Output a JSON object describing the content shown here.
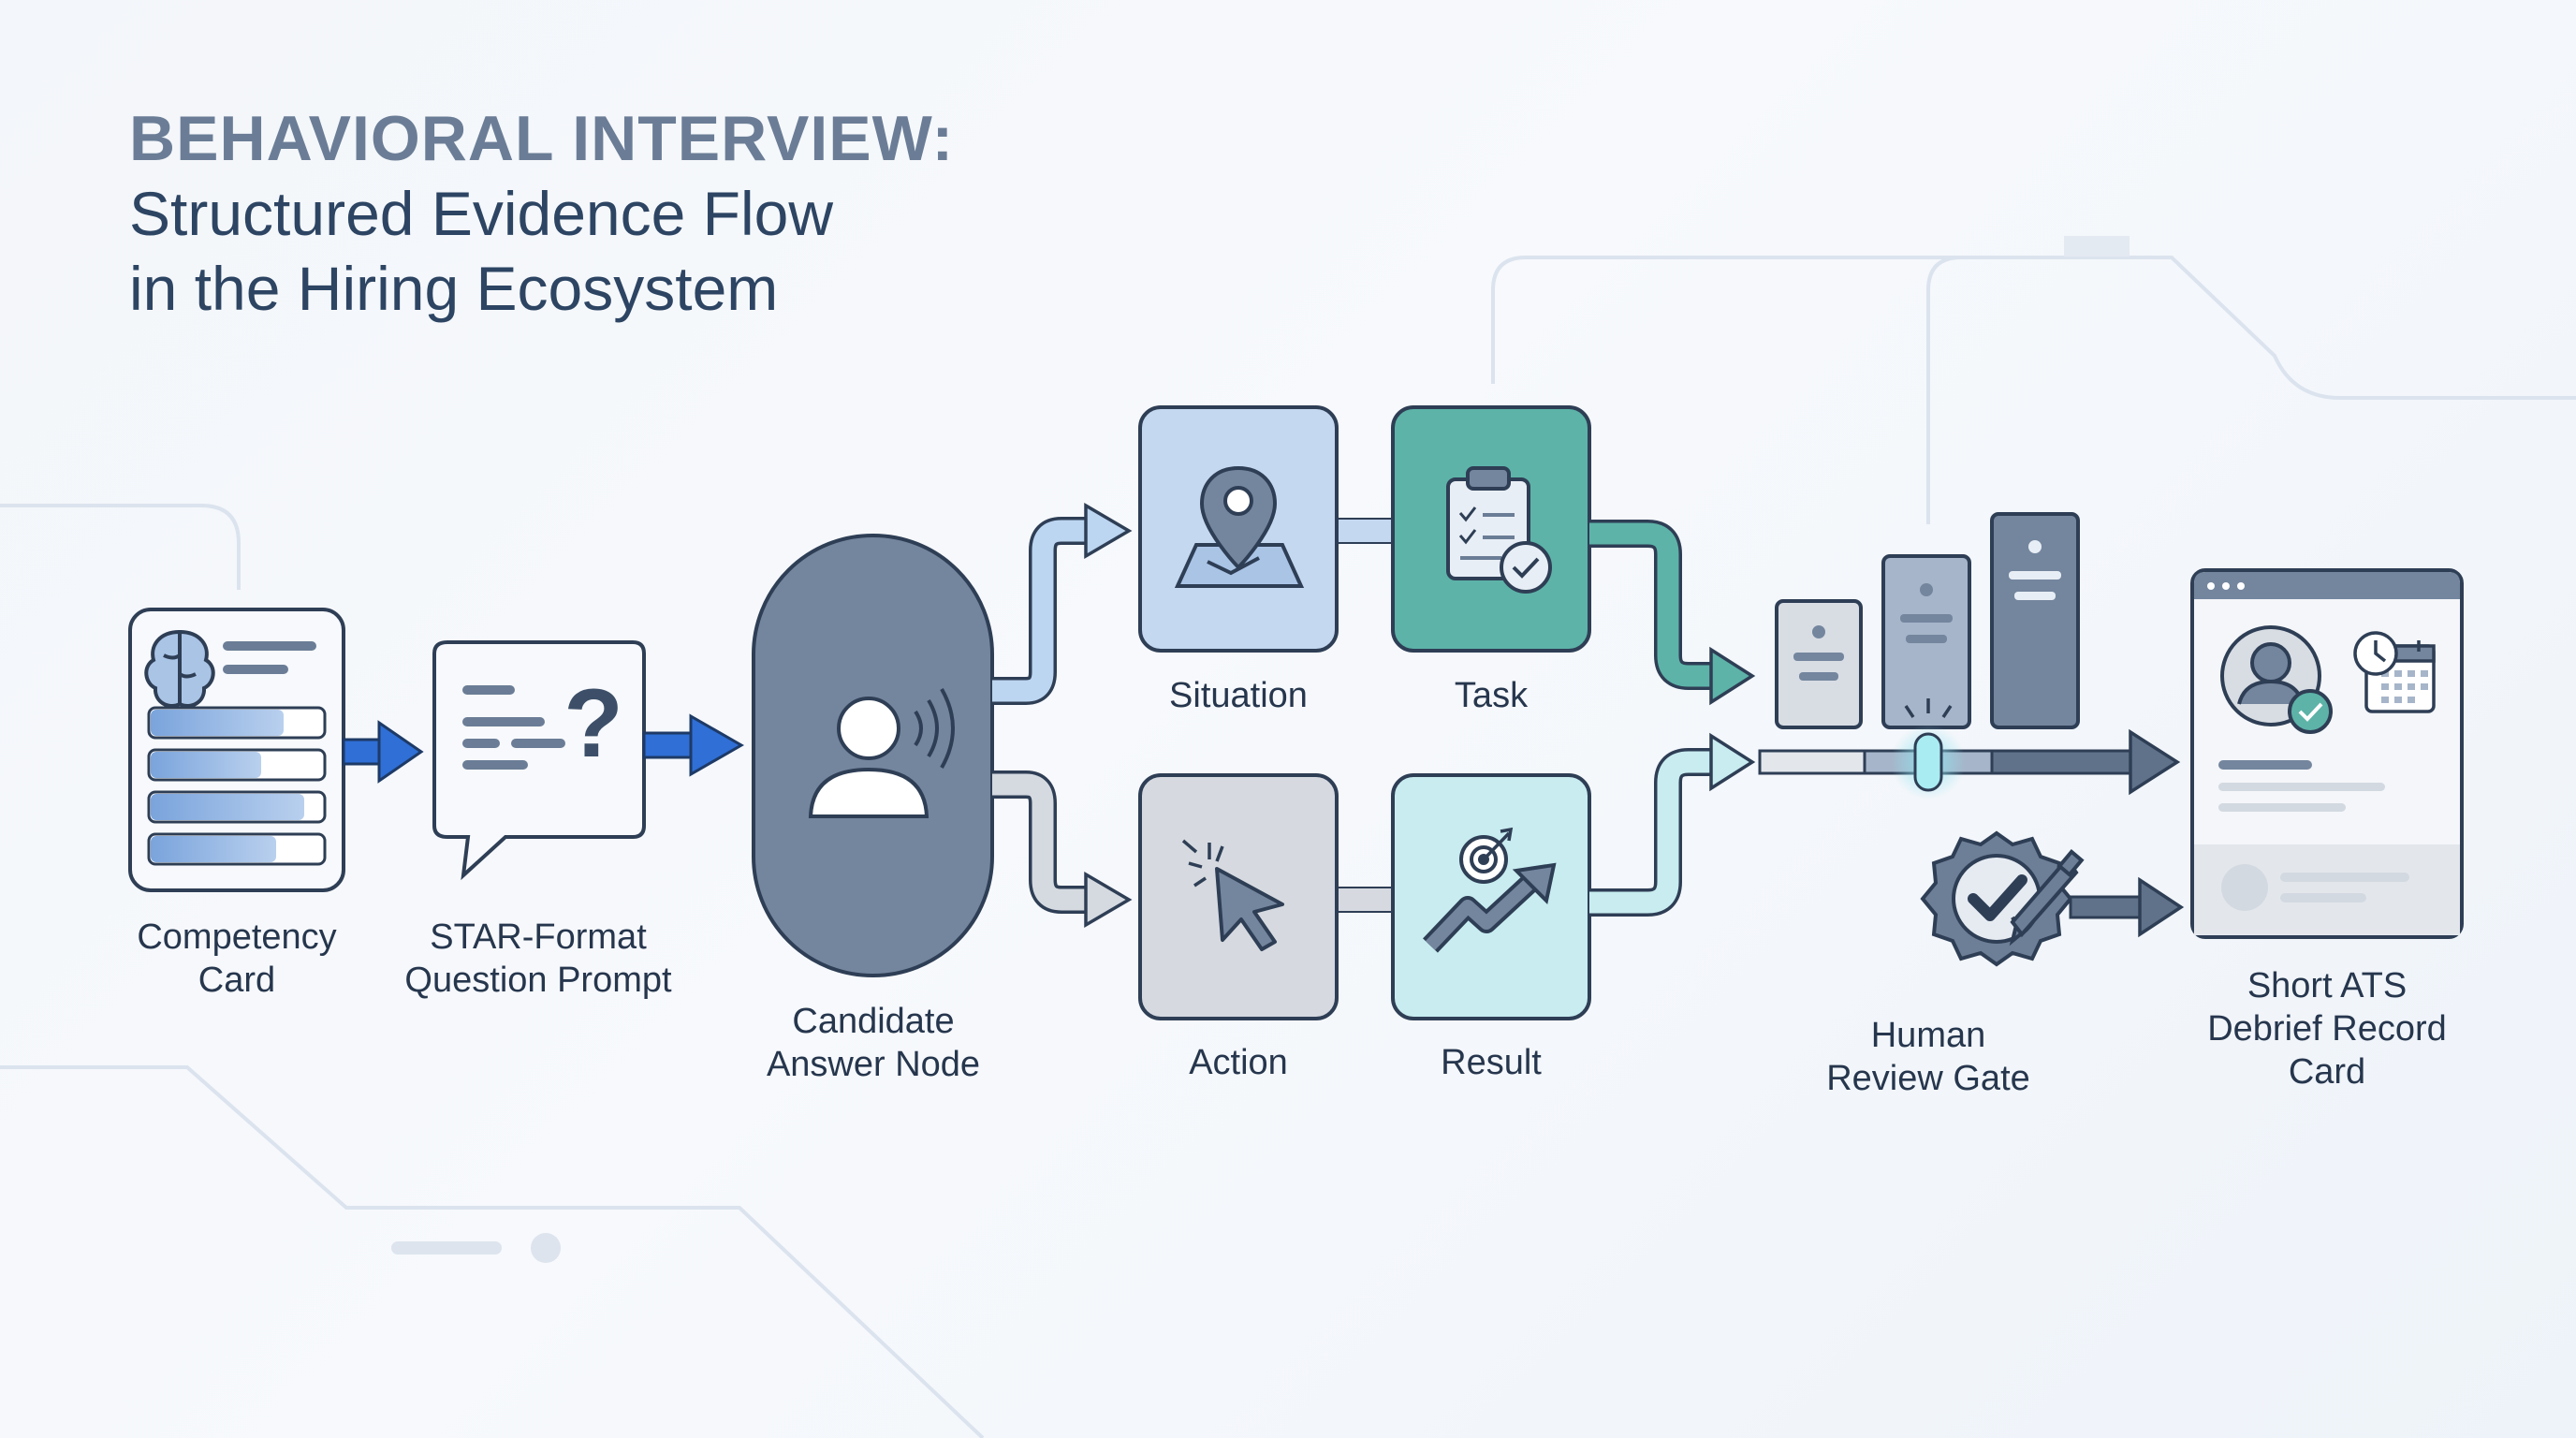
{
  "title": {
    "heading": "BEHAVIORAL INTERVIEW:",
    "subtitle_line1": "Structured Evidence Flow",
    "subtitle_line2": "in the Hiring Ecosystem"
  },
  "nodes": {
    "competency_card": {
      "line1": "Competency",
      "line2": "Card"
    },
    "question_prompt": {
      "line1": "STAR-Format",
      "line2": "Question Prompt"
    },
    "candidate_answer": {
      "line1": "Candidate",
      "line2": "Answer Node"
    },
    "situation": {
      "label": "Situation"
    },
    "task": {
      "label": "Task"
    },
    "action": {
      "label": "Action"
    },
    "result": {
      "label": "Result"
    },
    "review_gate": {
      "line1": "Human",
      "line2": "Review Gate"
    },
    "debrief_card": {
      "line1": "Short ATS",
      "line2": "Debrief Record",
      "line3": "Card"
    }
  },
  "colors": {
    "blue_arrow": "#2f6fd6",
    "slate": "#74869e",
    "situation_fill": "#c4d8f0",
    "task_fill": "#5db3a8",
    "action_fill": "#d6dae0",
    "result_fill": "#c8ecf0",
    "outline": "#2e3e55"
  },
  "icons": [
    "brain-icon",
    "question-icon",
    "speaker-person-icon",
    "map-pin-icon",
    "clipboard-check-icon",
    "cursor-click-icon",
    "target-growth-icon",
    "server-icon",
    "badge-check-icon",
    "profile-check-icon",
    "clock-calendar-icon"
  ]
}
